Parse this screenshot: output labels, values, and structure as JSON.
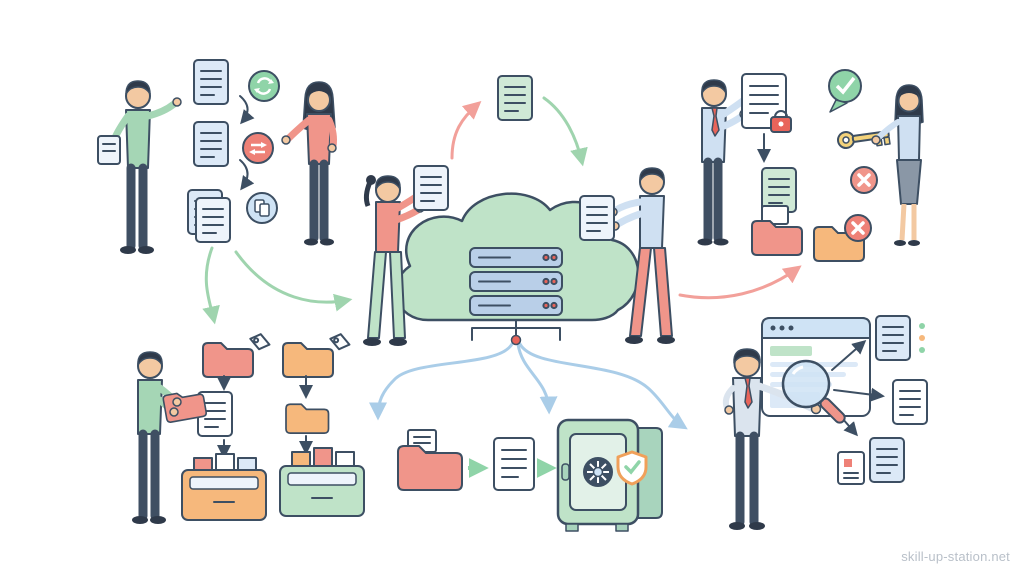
{
  "watermark": {
    "text": "skill-up-station.net"
  },
  "palette": {
    "ink": "#3d4f63",
    "mint": "#bfe3c8",
    "mint2": "#a8d4bd",
    "grn": "#8fd4a8",
    "grnln": "#9fd4ae",
    "coral": "#f0958a",
    "red": "#ee8177",
    "red2": "#e8645a",
    "pnk": "#f2a09a",
    "org": "#f6b87c",
    "org2": "#f0a05a",
    "yel": "#f3d27a",
    "doc": "#dce9f7",
    "pan": "#cfe3f5",
    "srv": "#b9cfe8",
    "bluln": "#aacde8",
    "skin": "#f3c9a2",
    "hair": "#2f3a4a",
    "pants": "#3f4f63",
    "skirt": "#8a97a6",
    "shb": "#cfe0f2",
    "shg": "#dbe4ee",
    "shgrn": "#a5d6b5",
    "docgrn": "#cfe9d6",
    "paper": "#eef4fb"
  },
  "scenes": {
    "top_left": {
      "label": "document-exchange-and-sync",
      "icons": [
        "documents-stack",
        "sync-arrows-badge",
        "swap-arrows-badge",
        "copy-badge"
      ],
      "people": [
        "man-with-tablet",
        "woman-presenting"
      ]
    },
    "top_center": {
      "label": "cloud-server-upload-download",
      "icons": [
        "cloud",
        "server-rack",
        "document-upload",
        "document-download",
        "network-node"
      ],
      "people": [
        "woman-uploading",
        "man-downloading"
      ]
    },
    "top_right": {
      "label": "access-control",
      "icons": [
        "locked-document",
        "check-bubble",
        "key",
        "document-folder",
        "denied-folder",
        "x-badge"
      ],
      "people": [
        "man-granting-access",
        "woman-receiving-key"
      ]
    },
    "bottom_left": {
      "label": "organize-and-archive",
      "icons": [
        "tagged-folder",
        "tagged-folder-2",
        "document",
        "archive-drawer-1",
        "archive-drawer-2"
      ],
      "people": [
        "man-filing-folder"
      ]
    },
    "bottom_center": {
      "label": "secure-vault-storage",
      "icons": [
        "folder",
        "transfer-arrow",
        "document",
        "safe",
        "shield-check"
      ]
    },
    "bottom_right": {
      "label": "search-and-retrieve",
      "icons": [
        "browser-window",
        "magnifier",
        "result-documents",
        "result-arrows"
      ],
      "people": [
        "man-searching"
      ]
    }
  }
}
